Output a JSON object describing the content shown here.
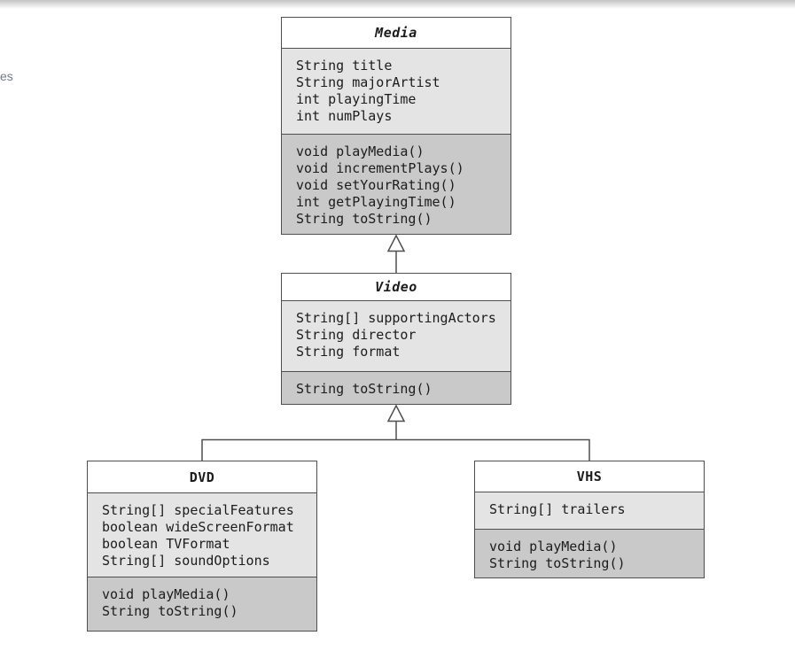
{
  "page": {
    "left_edge_text": "es"
  },
  "diagram": {
    "kind": "UML class diagram",
    "classes": [
      {
        "name": "Media",
        "abstract": true,
        "attributes": [
          "String title",
          "String majorArtist",
          "int playingTime",
          "int numPlays"
        ],
        "methods": [
          "void playMedia()",
          "void incrementPlays()",
          "void setYourRating()",
          "int getPlayingTime()",
          "String toString()"
        ]
      },
      {
        "name": "Video",
        "abstract": true,
        "attributes": [
          "String[] supportingActors",
          "String director",
          "String format"
        ],
        "methods": [
          "String toString()"
        ]
      },
      {
        "name": "DVD",
        "abstract": false,
        "attributes": [
          "String[] specialFeatures",
          "boolean wideScreenFormat",
          "boolean TVFormat",
          "String[] soundOptions"
        ],
        "methods": [
          "void playMedia()",
          "String toString()"
        ]
      },
      {
        "name": "VHS",
        "abstract": false,
        "attributes": [
          "String[] trailers"
        ],
        "methods": [
          "void playMedia()",
          "String toString()"
        ]
      }
    ],
    "relationships": [
      {
        "from": "Video",
        "to": "Media",
        "type": "inheritance"
      },
      {
        "from": "DVD",
        "to": "Video",
        "type": "inheritance"
      },
      {
        "from": "VHS",
        "to": "Video",
        "type": "inheritance"
      }
    ],
    "colors": {
      "border": "#4f4f4f",
      "title_background": "#ffffff",
      "attributes_background": "#e4e4e4",
      "methods_background": "#c9c9c9",
      "connector": "#4f4f4f",
      "text": "#1c1c1c",
      "edge_text": "#6e7a85"
    }
  }
}
